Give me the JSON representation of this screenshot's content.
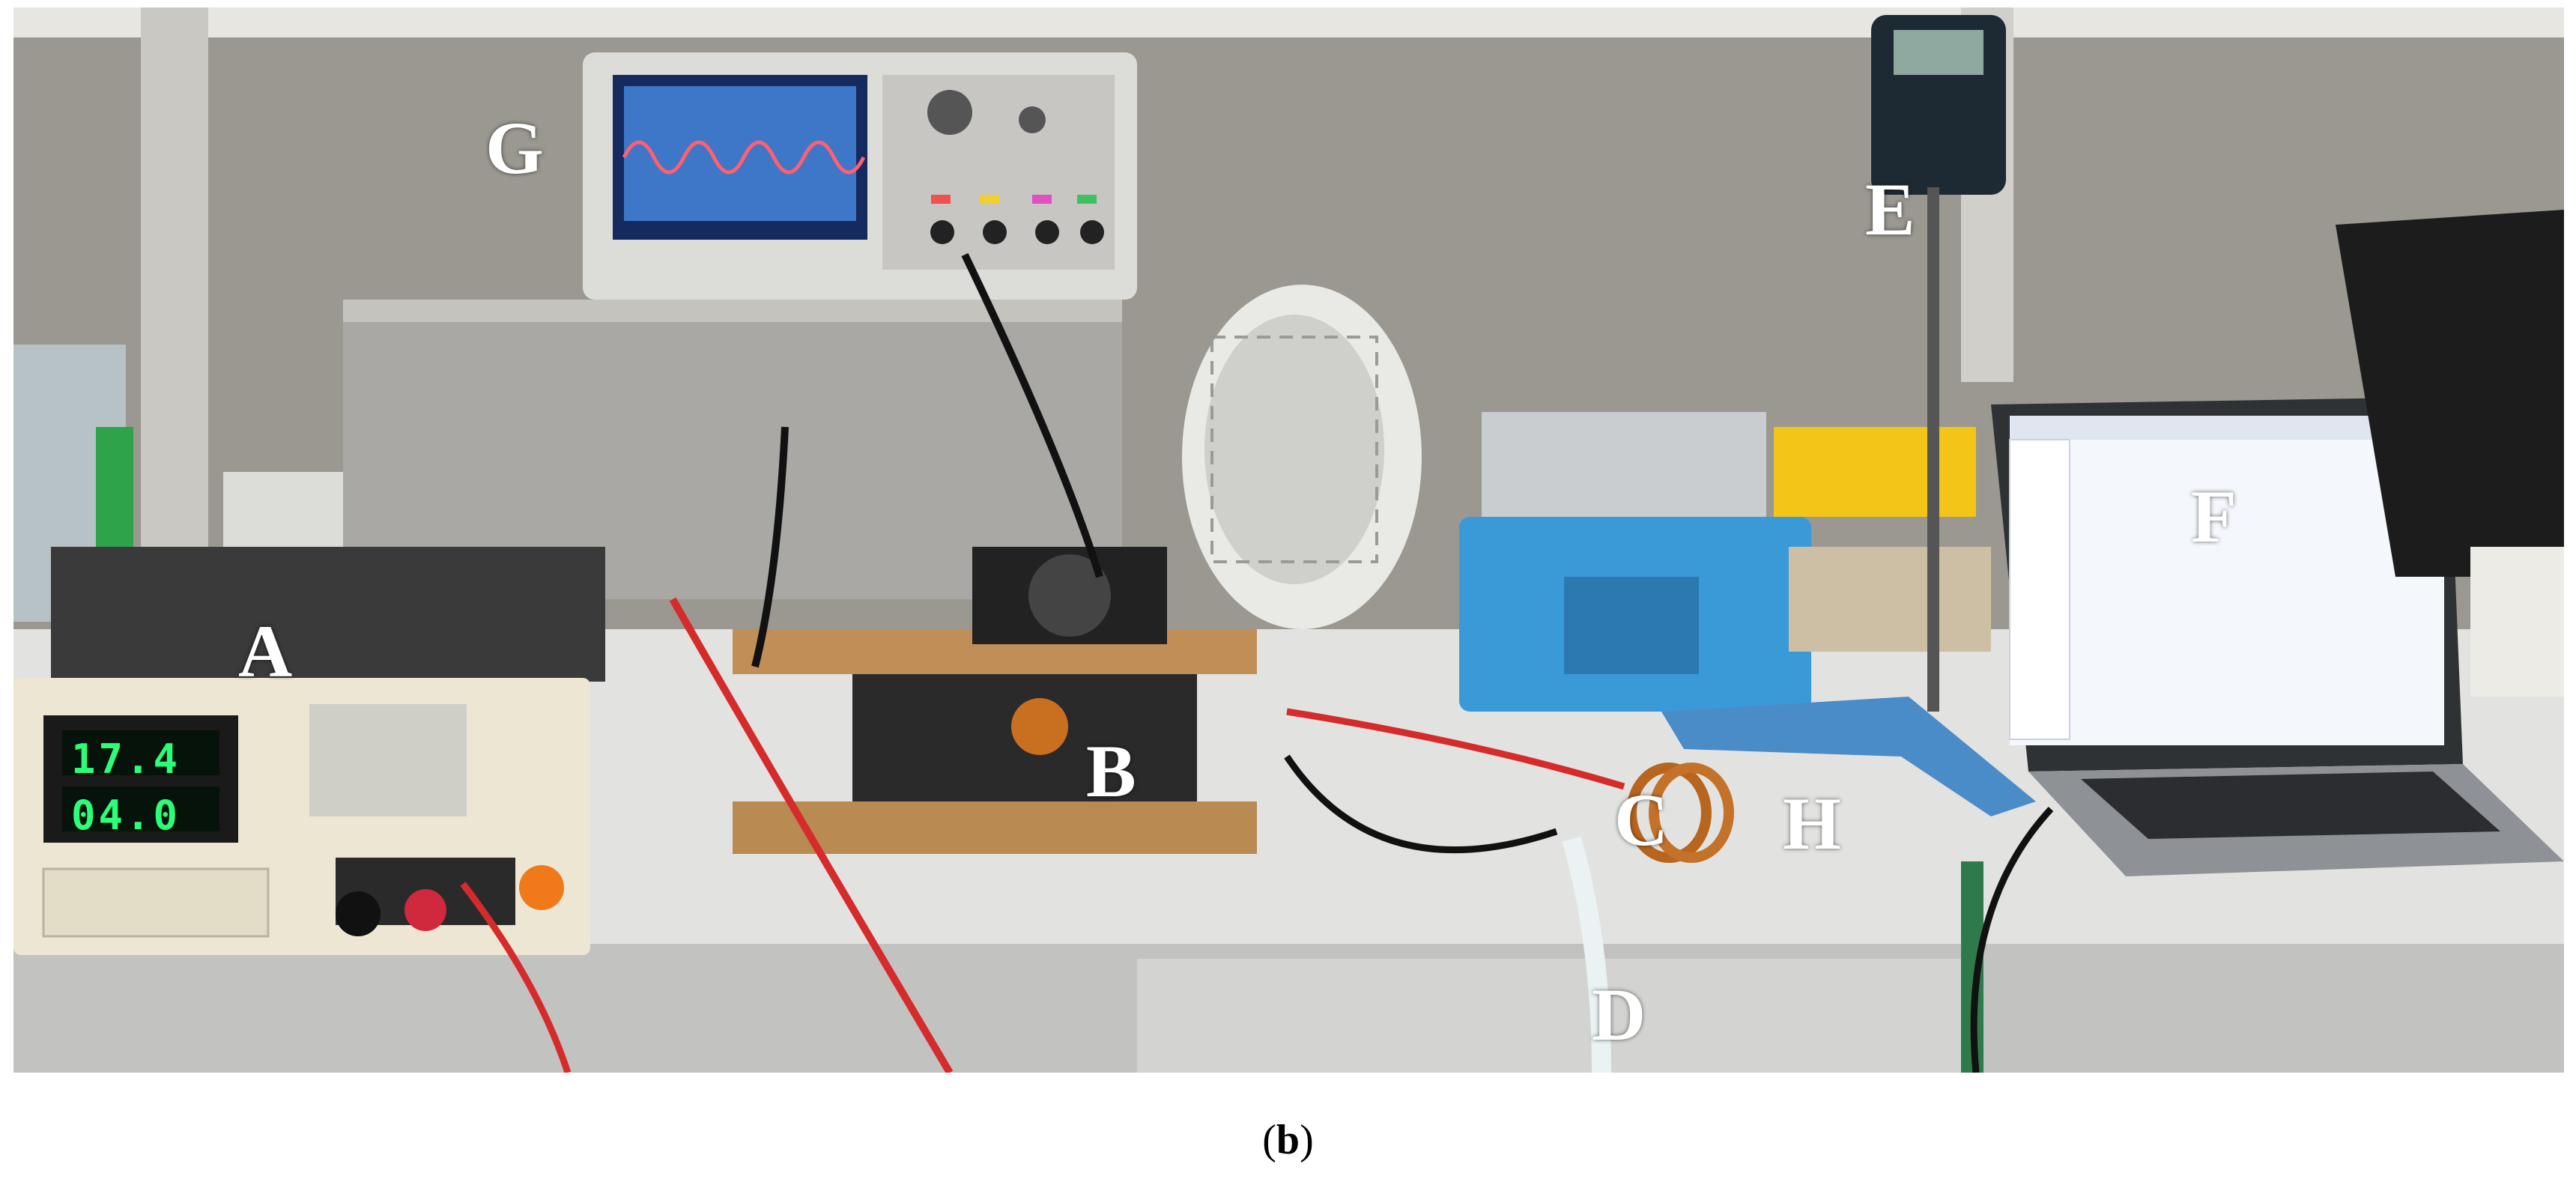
{
  "figure": {
    "caption_open": "(",
    "caption_letter": "b",
    "caption_close": ")"
  },
  "labels": {
    "A": "A",
    "B": "B",
    "C": "C",
    "D": "D",
    "E": "E",
    "F": "F",
    "G": "G",
    "H": "H"
  },
  "power_supply": {
    "voltage_reading": "17.4",
    "current_reading": "04.0"
  },
  "colors": {
    "wall": "#9a9890",
    "bench": "#e2e3e0",
    "power_supply_body": "#ece6d2",
    "heater_body": "#3a9ad8",
    "stand": "#4a8cc8"
  }
}
